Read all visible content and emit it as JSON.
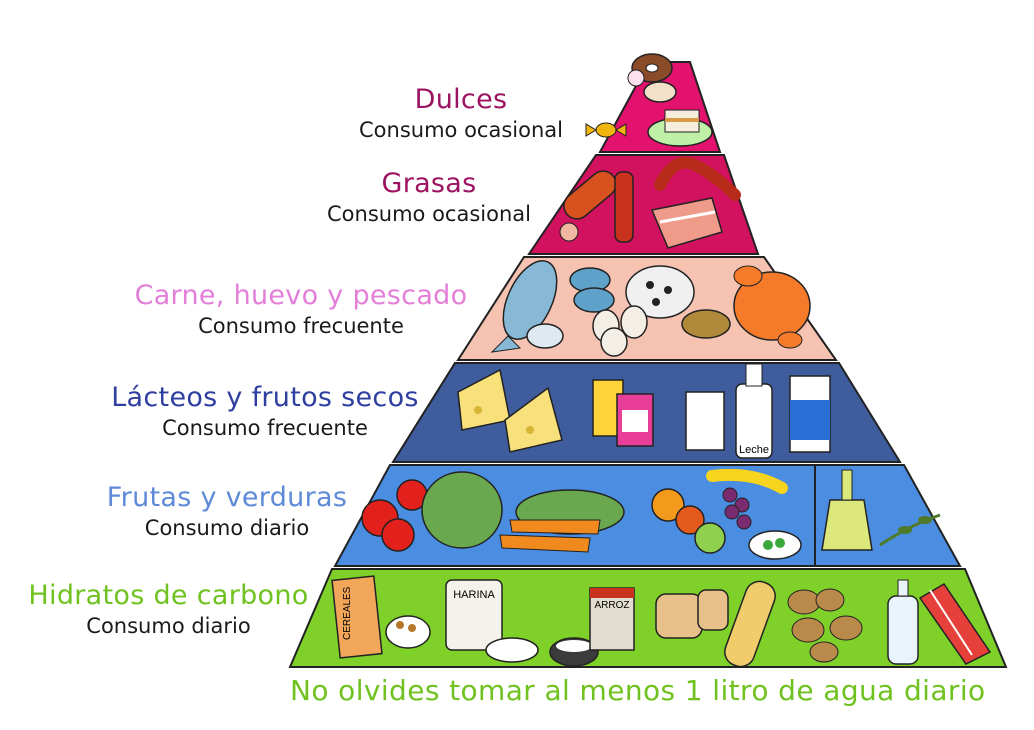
{
  "levels": [
    {
      "title": "Dulces",
      "subtitle": "Consumo ocasional",
      "title_color": "#9c1461",
      "fill": "#e2126e"
    },
    {
      "title": "Grasas",
      "subtitle": "Consumo ocasional",
      "title_color": "#9c1461",
      "fill": "#d2115f"
    },
    {
      "title": "Carne, huevo y pescado",
      "subtitle": "Consumo frecuente",
      "title_color": "#e37fd8",
      "fill": "#f6c3b2"
    },
    {
      "title": "Lácteos y frutos secos",
      "subtitle": "Consumo frecuente",
      "title_color": "#2e3fa0",
      "fill": "#3f5c9d"
    },
    {
      "title": "Frutas y verduras",
      "subtitle": "Consumo diario",
      "title_color": "#5e8ad8",
      "fill": "#4b8de0"
    },
    {
      "title": "Hidratos de carbono",
      "subtitle": "Consumo diario",
      "title_color": "#6fc21f",
      "fill": "#7fd12a"
    }
  ],
  "package_labels": {
    "leche": "Leche",
    "harina": "HARINA",
    "arroz": "ARROZ",
    "cereales": "CEREALES"
  },
  "footer": "No olvides tomar al menos 1 litro de agua diario",
  "icons": [
    "donut-icon",
    "candy-icon",
    "sandwich-icon",
    "sausage-icon",
    "chorizo-icon",
    "bacon-icon",
    "fish-icon",
    "tuna-can-icon",
    "beans-icon",
    "egg-icon",
    "nuts-icon",
    "chicken-icon",
    "cheese-icon",
    "yogurt-icon",
    "milk-glass-icon",
    "milk-bottle-icon",
    "milk-carton-icon",
    "tomato-icon",
    "lettuce-icon",
    "carrot-icon",
    "fruit-icon",
    "grapes-icon",
    "banana-icon",
    "peas-icon",
    "olive-oil-icon",
    "olive-branch-icon",
    "cereal-box-icon",
    "cereal-bowl-icon",
    "flour-bag-icon",
    "sugar-icon",
    "rice-bowl-icon",
    "rice-box-icon",
    "bread-icon",
    "baguette-icon",
    "potato-icon",
    "water-bottle-icon",
    "spaghetti-icon"
  ]
}
